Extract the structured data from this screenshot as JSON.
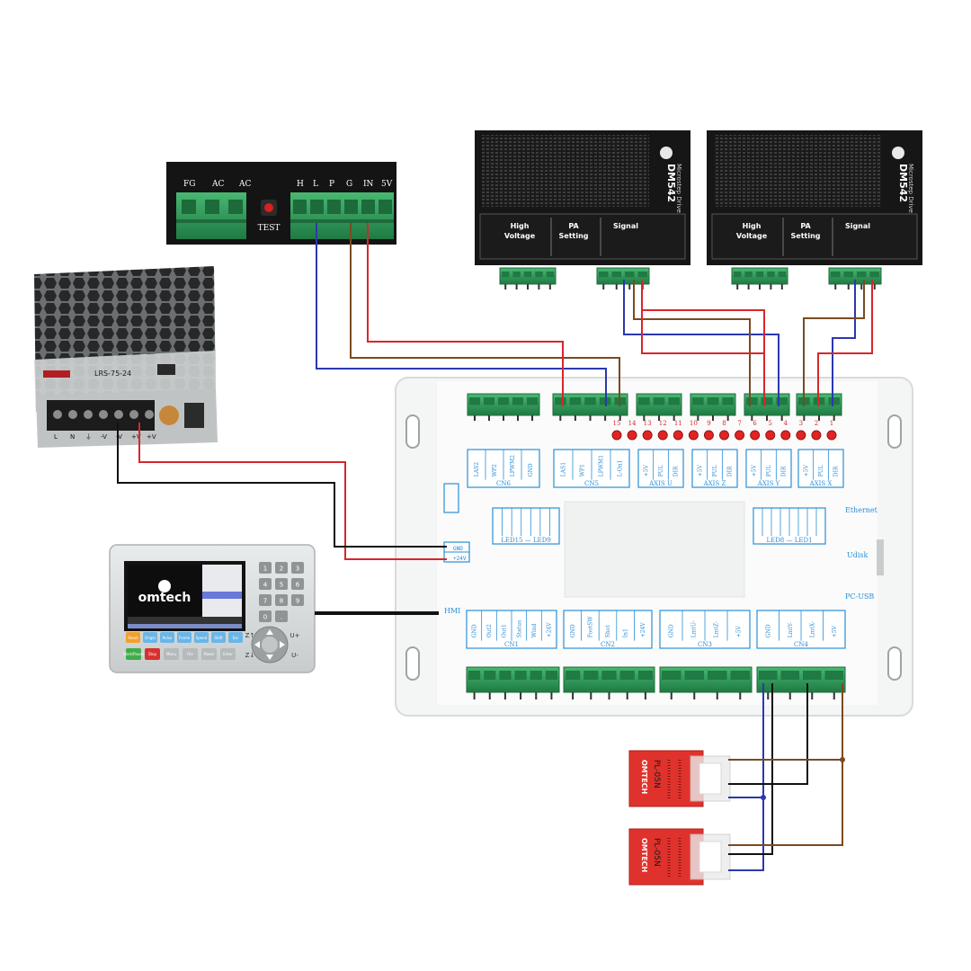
{
  "laser_psu": {
    "terminals_left": [
      "FG",
      "AC",
      "AC"
    ],
    "test_label": "TEST",
    "terminals_right": [
      "H",
      "L",
      "P",
      "G",
      "IN",
      "5V"
    ]
  },
  "power_supply": {
    "model": "LRS-75-24",
    "terminals": [
      "L",
      "N",
      "⏚",
      "-V",
      "-V",
      "+V",
      "+V"
    ]
  },
  "drivers": [
    {
      "model": "DM542",
      "subtitle": "Microstep Drive",
      "sections": [
        "High Voltage",
        "PA Setting",
        "Signal"
      ]
    },
    {
      "model": "DM542",
      "subtitle": "Microstep Drive",
      "sections": [
        "High Voltage",
        "PA Setting",
        "Signal"
      ]
    }
  ],
  "controller": {
    "led_numbers": [
      "15",
      "14",
      "13",
      "12",
      "11",
      "10",
      "9",
      "8",
      "7",
      "6",
      "5",
      "4",
      "3",
      "2",
      "1"
    ],
    "top_groups": [
      {
        "name": "CN6",
        "pins": [
          "LAS2",
          "WP2",
          "LPWM2",
          "GND"
        ]
      },
      {
        "name": "CN5",
        "pins": [
          "LAS1",
          "WP1",
          "LPWM1",
          "L-On1"
        ]
      },
      {
        "name": "AXIS U",
        "pins": [
          "+5V",
          "PUL",
          "DIR"
        ]
      },
      {
        "name": "AXIS Z",
        "pins": [
          "+5V",
          "PUL",
          "DIR"
        ]
      },
      {
        "name": "AXIS Y",
        "pins": [
          "+5V",
          "PUL",
          "DIR"
        ]
      },
      {
        "name": "AXIS X",
        "pins": [
          "+5V",
          "PUL",
          "DIR"
        ]
      }
    ],
    "led_left": "LED15 — LED9",
    "led_right": "LED8 — LED1",
    "power_label": "+24V",
    "ports": {
      "ethernet": "Ethernet",
      "udisk": "Udisk",
      "pcusb": "PC-USB"
    },
    "hmi_label": "HMI",
    "bottom_groups": [
      {
        "name": "CN1",
        "pins": [
          "GND",
          "Out2",
          "Out1",
          "Status",
          "Wind",
          "+24V"
        ]
      },
      {
        "name": "CN2",
        "pins": [
          "GND",
          "FootSW",
          "Shot",
          "In1",
          "+24V"
        ]
      },
      {
        "name": "CN3",
        "pins": [
          "GND",
          "LmtU-",
          "LmtZ-",
          "+5V"
        ]
      },
      {
        "name": "CN4",
        "pins": [
          "GND",
          "LmtY-",
          "LmtX-",
          "+5V"
        ]
      }
    ]
  },
  "keypad": {
    "logo": "omtech",
    "keys_row1": [
      "Reset",
      "Origin",
      "Pulse",
      "Frame",
      "Speed",
      "Shift",
      "Esc"
    ],
    "keys_row2": [
      "Start/Pause",
      "Stop",
      "Menu",
      "File",
      "Power",
      "Enter"
    ],
    "numeric": [
      "1",
      "2",
      "3",
      "4",
      "5",
      "6",
      "7",
      "8",
      "9",
      "0",
      "."
    ],
    "arrows": [
      "Z↑",
      "Z↓",
      "U+",
      "U-"
    ]
  },
  "sensors": [
    {
      "brand": "OMTECH",
      "model": "PL-05N"
    },
    {
      "brand": "OMTECH",
      "model": "PL-05N"
    }
  ],
  "colors": {
    "wire_red": "#d8262a",
    "wire_blue": "#2b38b0",
    "wire_brown": "#7a4a22",
    "wire_black": "#111111",
    "terminal_green": "#2f9e58",
    "board_white": "#f4f5f5",
    "label_blue": "#2a8fd6"
  }
}
